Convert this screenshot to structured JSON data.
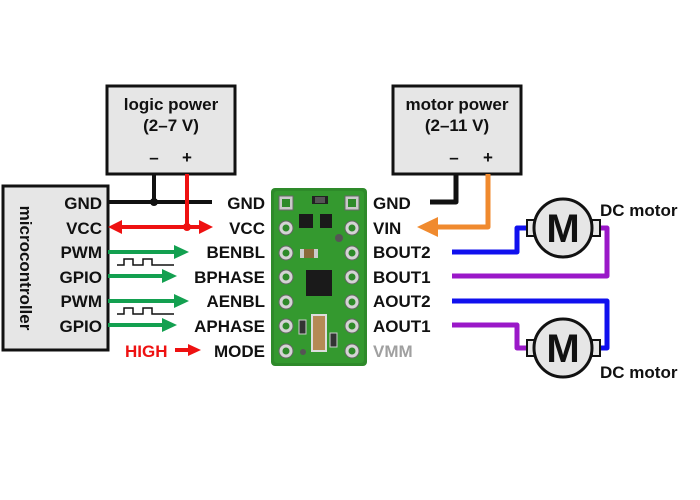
{
  "logic_power": {
    "title": "logic power",
    "range": "(2–7 V)",
    "minus": "–",
    "plus": "+"
  },
  "motor_power": {
    "title": "motor power",
    "range": "(2–11 V)",
    "minus": "–",
    "plus": "+"
  },
  "microcontroller": {
    "title": "microcontroller",
    "pins": [
      "GND",
      "VCC",
      "PWM",
      "GPIO",
      "PWM",
      "GPIO"
    ]
  },
  "driver": {
    "left_pins": [
      "GND",
      "VCC",
      "BENBL",
      "BPHASE",
      "AENBL",
      "APHASE",
      "MODE"
    ],
    "right_pins": [
      "GND",
      "VIN",
      "BOUT2",
      "BOUT1",
      "AOUT2",
      "AOUT1",
      "VMM"
    ]
  },
  "mode_input": "HIGH",
  "motors": [
    {
      "label": "DC motor",
      "symbol": "M"
    },
    {
      "label": "DC motor",
      "symbol": "M"
    }
  ],
  "colors": {
    "gnd": "#111111",
    "vcc": "#ee1111",
    "signal": "#13a050",
    "vin": "#f08a2e",
    "out_blue": "#1010ee",
    "out_purple": "#9a18c8",
    "board": "#2e8a2a",
    "box_fill": "#e6e6e6",
    "vmm_text": "#a0a0a0"
  }
}
